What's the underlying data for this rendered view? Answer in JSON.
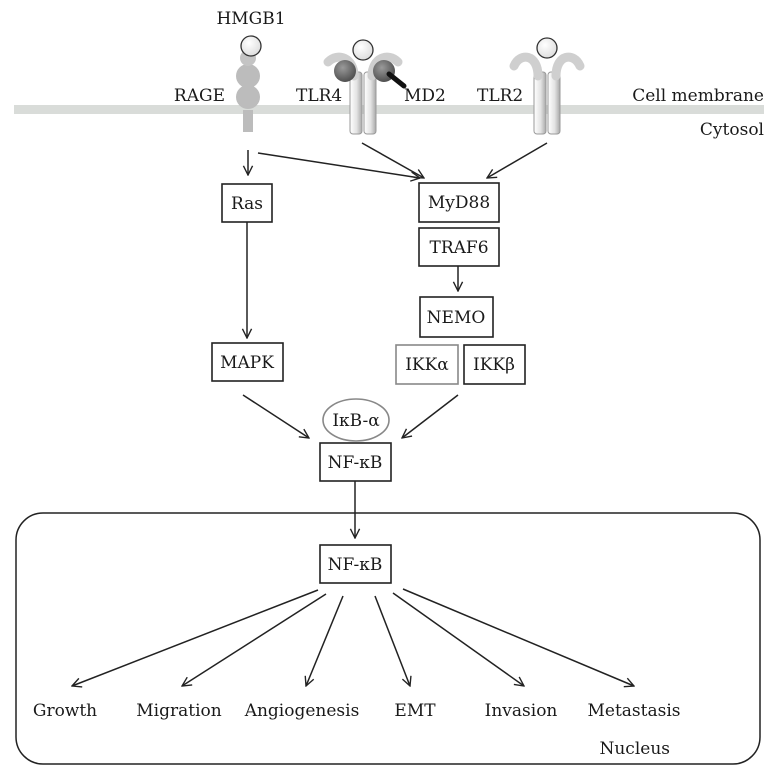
{
  "membrane": {
    "cell_membrane_label": "Cell membrane",
    "cytosol_label": "Cytosol"
  },
  "receptors": {
    "hmgb1": "HMGB1",
    "rage": "RAGE",
    "tlr4": "TLR4",
    "md2": "MD2",
    "tlr2": "TLR2"
  },
  "nodes": {
    "ras": "Ras",
    "mapk": "MAPK",
    "myd88": "MyD88",
    "traf6": "TRAF6",
    "nemo": "NEMO",
    "ikka": "IKKα",
    "ikkb": "IKKβ",
    "ikb_alpha": "IκB-α",
    "nfkb_cytosol": "NF-κB",
    "nfkb_nucleus": "NF-κB"
  },
  "nucleus": {
    "label": "Nucleus"
  },
  "outcomes": [
    "Growth",
    "Migration",
    "Angiogenesis",
    "EMT",
    "Invasion",
    "Metastasis"
  ],
  "colors": {
    "membrane": "#d9dcd9",
    "receptor_light": "#d6d6d6",
    "receptor_dark": "#6a6a6a",
    "rage_grey": "#bcbcbc",
    "ikka_border": "#888888"
  }
}
